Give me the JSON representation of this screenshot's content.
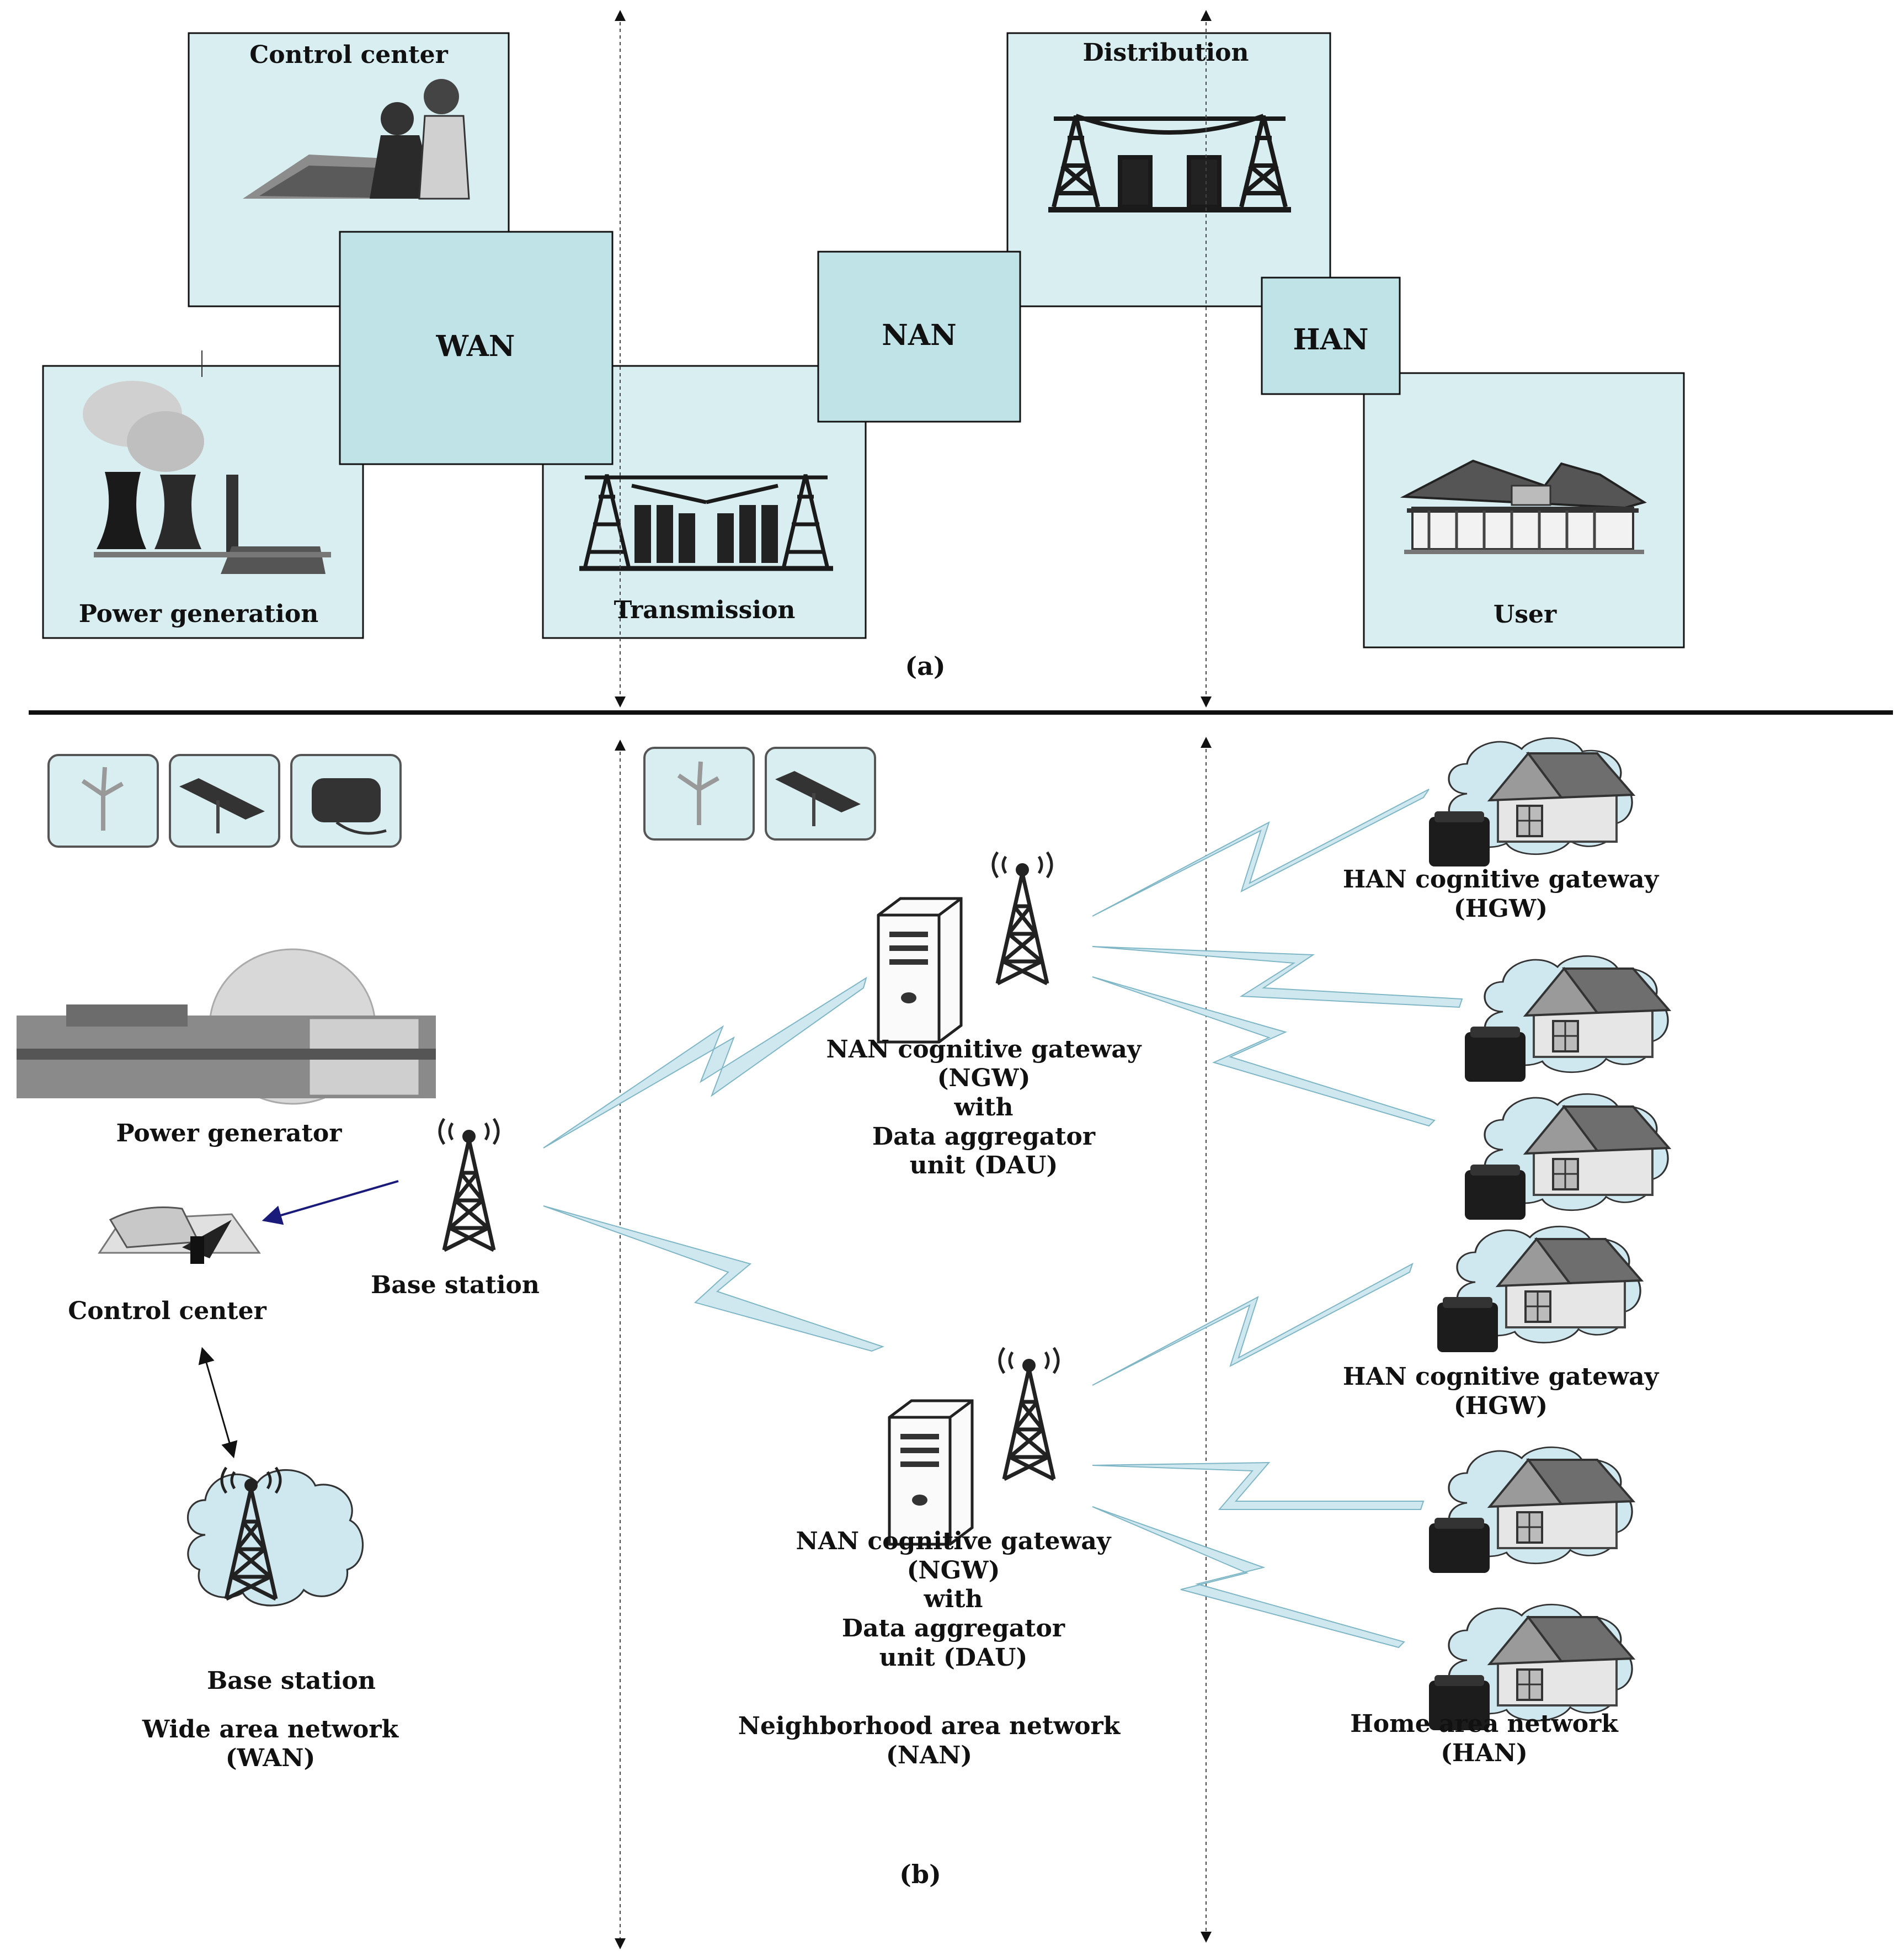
{
  "panel_a": {
    "control_center": "Control center",
    "distribution": "Distribution",
    "wan": "WAN",
    "nan": "NAN",
    "han": "HAN",
    "power_generation": "Power generation",
    "transmission": "Transmission",
    "user": "User",
    "caption": "(a)"
  },
  "panel_b": {
    "power_generator": "Power generator",
    "control_center": "Control center",
    "base_station_center": "Base station",
    "base_station_wan": "Base station",
    "wan_title_1": "Wide area network",
    "wan_title_2": "(WAN)",
    "ngw_top": [
      "NAN cognitive gateway",
      "(NGW)",
      "with",
      "Data aggregator",
      "unit (DAU)"
    ],
    "ngw_bottom": [
      "NAN cognitive gateway",
      "(NGW)",
      "with",
      "Data aggregator",
      "unit (DAU)"
    ],
    "nan_title_1": "Neighborhood area network",
    "nan_title_2": "(NAN)",
    "hgw_top_1": "HAN cognitive gateway",
    "hgw_top_2": "(HGW)",
    "hgw_mid_1": "HAN cognitive gateway",
    "hgw_mid_2": "(HGW)",
    "han_title_1": "Home area network",
    "han_title_2": "(HAN)",
    "caption": "(b)"
  },
  "colors": {
    "box_light": "#d9eef0",
    "box_mid": "#bfe3e6",
    "bolt": "#cfe8ef",
    "arrow_blue": "#1a1a7a"
  }
}
